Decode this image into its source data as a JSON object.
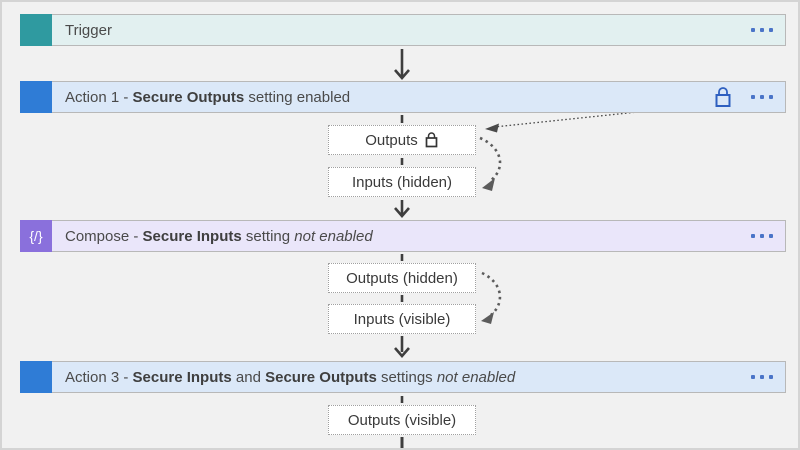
{
  "diagram": {
    "rows": [
      {
        "id": "trigger",
        "segments": [
          {
            "text": "Trigger"
          }
        ],
        "icon": "trigger-icon",
        "icon_color": "#2f9aa0",
        "bg_color": "#e2f0f0",
        "has_lock": false,
        "more_options_icon": "ellipsis"
      },
      {
        "id": "action1",
        "segments": [
          {
            "text": "Action 1 - "
          },
          {
            "text": "Secure Outputs",
            "bold": true
          },
          {
            "text": " setting enabled"
          }
        ],
        "icon": "action-icon",
        "icon_color": "#2f7cd6",
        "bg_color": "#dbe8f8",
        "has_lock": true,
        "more_options_icon": "ellipsis"
      },
      {
        "id": "compose",
        "icon_glyph": "{/}",
        "segments": [
          {
            "text": "Compose - "
          },
          {
            "text": "Secure Inputs",
            "bold": true
          },
          {
            "text": " setting "
          },
          {
            "text": "not enabled",
            "italic": true
          }
        ],
        "icon": "compose-icon",
        "icon_color": "#8a70dc",
        "bg_color": "#eae6fa",
        "has_lock": false,
        "more_options_icon": "ellipsis"
      },
      {
        "id": "action3",
        "segments": [
          {
            "text": "Action 3 - "
          },
          {
            "text": "Secure Inputs",
            "bold": true
          },
          {
            "text": " and "
          },
          {
            "text": "Secure Outputs",
            "bold": true
          },
          {
            "text": " settings "
          },
          {
            "text": "not enabled",
            "italic": true
          }
        ],
        "icon": "action-icon",
        "icon_color": "#2f7cd6",
        "bg_color": "#dbe8f8",
        "has_lock": false,
        "more_options_icon": "ellipsis"
      }
    ],
    "boxes": [
      {
        "id": "outputs-locked",
        "label": "Outputs",
        "lock_icon": true
      },
      {
        "id": "inputs-hidden",
        "label": "Inputs (hidden)",
        "lock_icon": false
      },
      {
        "id": "outputs-hidden",
        "label": "Outputs (hidden)",
        "lock_icon": false
      },
      {
        "id": "inputs-visible",
        "label": "Inputs (visible)",
        "lock_icon": false
      },
      {
        "id": "outputs-visible",
        "label": "Outputs (visible)",
        "lock_icon": false
      }
    ],
    "colors": {
      "trigger_icon": "#2f9aa0",
      "action_icon": "#2f7cd6",
      "compose_icon": "#8a70dc",
      "trigger_row_bg": "#e2f0f0",
      "action_row_bg": "#dbe8f8",
      "compose_row_bg": "#eae6fa",
      "ellipsis_accent": "#4a74c8",
      "row_lock_blue": "#2e5fc0",
      "flow_line": "#3e3e3e",
      "canvas_bg": "#f1f1f1"
    }
  }
}
